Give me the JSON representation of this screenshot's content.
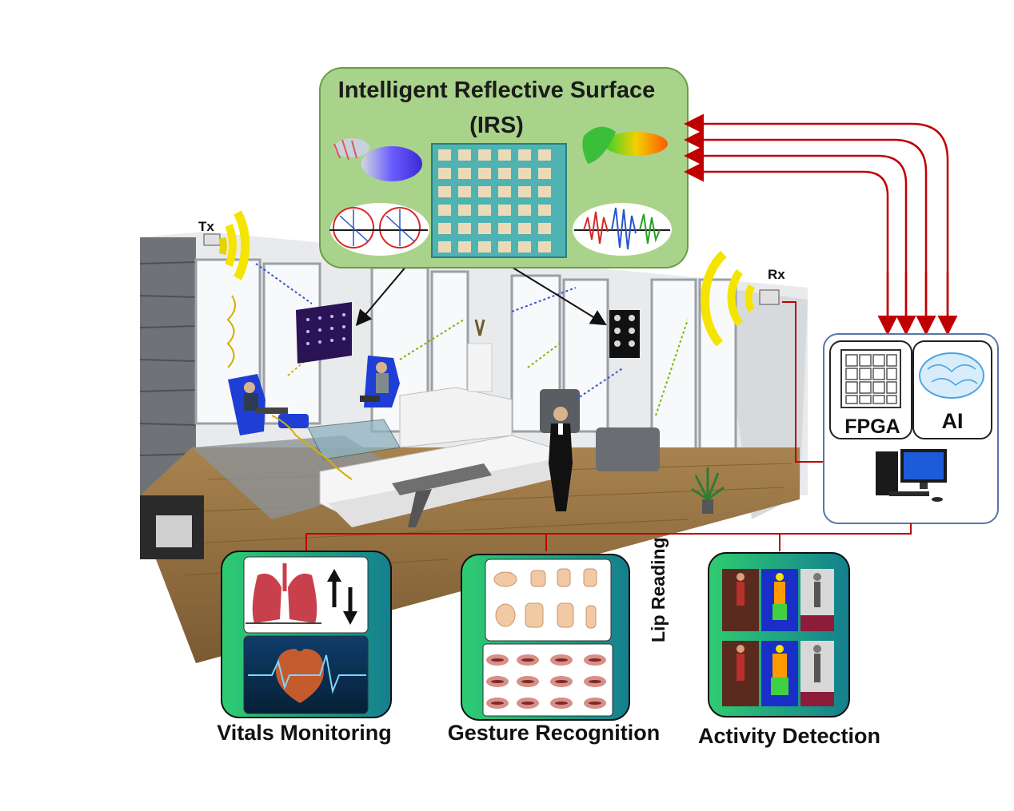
{
  "irs": {
    "title": "Intelligent Reflective Surface",
    "subtitle": "(IRS)"
  },
  "transceivers": {
    "tx_label": "Tx",
    "rx_label": "Rx"
  },
  "processing": {
    "fpga_label": "FPGA",
    "ai_label": "AI"
  },
  "applications": {
    "vitals_label": "Vitals Monitoring",
    "gesture_label": "Gesture Recognition",
    "lip_label": "Lip Reading",
    "activity_label": "Activity Detection"
  },
  "colors": {
    "irs_panel": "#a9d38b",
    "irs_border": "#5a8a3a",
    "grid_cell": "#e8d9b6",
    "grid_bg": "#4fb3b3",
    "connector": "#c00000",
    "antenna": "#f5e400",
    "app_gradient_left": "#2ecc71",
    "app_gradient_right": "#1a8a9a"
  }
}
